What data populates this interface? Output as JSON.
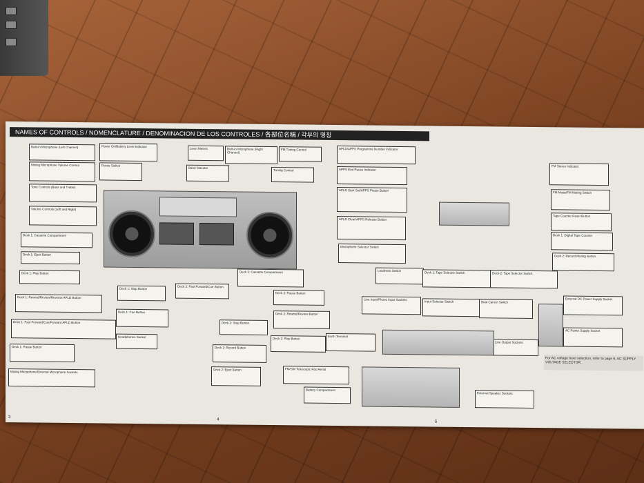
{
  "header": {
    "title": "NAMES OF CONTROLS / NOMENCLATURE / DENOMINACION DE LOS CONTROLES / 各部位名稱 / 각부의 명칭"
  },
  "labels_left": [
    "Built-in Microphone (Left Channel)",
    "Mixing Microphone Volume Control",
    "Tone Controls (Bass and Treble)",
    "Volume Controls (Left and Right)",
    "Deck 1: Cassette Compartment",
    "Deck 1: Eject Button",
    "Deck 1: Play Button",
    "Deck 1: Rewind/Review/Reverse APLD Button",
    "Deck 1: Fast Forward/Cue/Forward APLD Button",
    "Deck 1: Pause Button",
    "Mixing Microphone/External Microphone Sockets"
  ],
  "labels_center": [
    "Power On/Battery Level Indicator",
    "Power Switch",
    "Level Meters",
    "Band Selector",
    "Built-in Microphone (Right Channel)",
    "FM Tuning Control",
    "Tuning Control",
    "Deck 1: Stop Button",
    "Deck 1: Cue Button",
    "Headphones Socket",
    "Deck 2: Fast Forward/Cue Button",
    "Deck 2: Eject Button",
    "Deck 2: Stop Button",
    "Deck 2: Record Button",
    "Deck 2: Cassette Compartment",
    "Deck 2: Pause Button",
    "Deck 2: Rewind/Review Button",
    "Deck 2: Play Button",
    "Earth Terminal",
    "FM/SW Telescopic Rod Aerial",
    "Battery Compartment"
  ],
  "labels_right": [
    "APLD/APPS Programme Number Indicator",
    "APPS End Pause Indicator",
    "APLD Start Set/APPS Pause Button",
    "APLD Clear/APPS Release Button",
    "Microphone Selector Switch",
    "Loudness Switch",
    "Deck 1: Tape Selector Switch",
    "Deck 2: Tape Selector Switch",
    "Line Input/Phono Input Sockets",
    "Input Selector Switch",
    "Beat Cancel Switch",
    "Line Output Sockets",
    "External Speaker Sockets",
    "FM Stereo Indicator",
    "FM Mode/FM Muting Switch",
    "Tape Counter Reset Button",
    "Deck 1: Digital Tape Counter",
    "Deck 2: Record Muting Button",
    "External DC Power Supply Socket",
    "AC Power Supply Socket"
  ],
  "notes": {
    "ac_voltage": "For AC voltage level selection, refer to page 6, AC SUPPLY VOLTAGE SELECTOR.",
    "page_left": "3",
    "page_middle": "4",
    "page_right": "5"
  }
}
